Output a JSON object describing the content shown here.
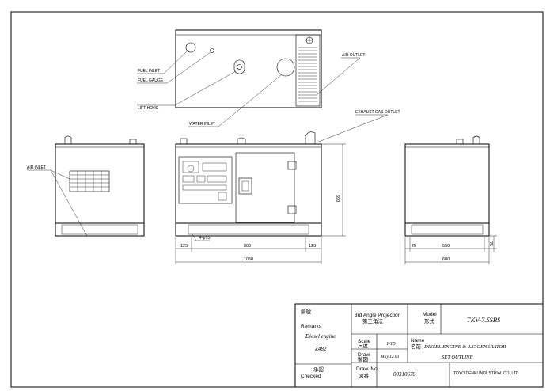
{
  "labels": {
    "fuel_inlet": "FUEL INLET",
    "fuel_gauge": "FUEL GAUGE",
    "lift_hook": "LIFT HOOK",
    "water_inlet": "WATER INLET",
    "air_outlet": "AIR OUTLET",
    "exhaust_gas_outlet": "EXHAUST GAS OUTLET",
    "air_inlet": "AIR INLET"
  },
  "dimensions": {
    "front_left_offset": "125",
    "front_center_span": "800",
    "front_right_offset": "125",
    "front_total_width": "1050",
    "front_height": "690",
    "hole_note": "4-φ15",
    "side_left_offset": "25",
    "side_center_span": "550",
    "side_total_width": "600",
    "side_base_height": "75"
  },
  "title_block": {
    "drawing_label": "編號",
    "remarks_label": "Remarks",
    "remarks_value": "Diesel engine",
    "engine_model": "Z482",
    "projection_label": "3rd Angle Projection",
    "projection_label_cn": "第三角法",
    "model_label": "Model",
    "model_label_cn": "形式",
    "model_value": "TKV-7.5SBS",
    "scale_label": "Scale",
    "scale_label_cn": "尺度",
    "scale_value": "1/10",
    "name_label": "Name",
    "name_label_cn": "名前",
    "name_line1": "DIESEL ENGINE & A.C GENERATOR",
    "name_line2": "SET OUTLINE",
    "draw_label": "Draw",
    "draw_label_cn": "製図",
    "draw_date": "May.12.03",
    "checked_label_cn": "承認",
    "checked_label": "Checked",
    "drw_no_label": "Draw. No.",
    "drw_no_label_cn": "図番",
    "drw_no_value": "00310678",
    "company": "TOYO DENKI INDUSTRIAL CO.,LTD"
  }
}
